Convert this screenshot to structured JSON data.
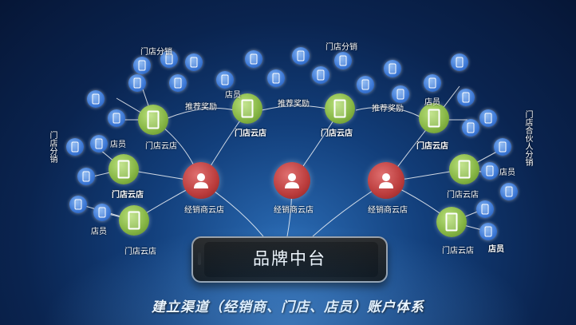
{
  "labels": {
    "group_top_left": "门店分销",
    "group_top_center": "门店分销",
    "group_left": "门店分销",
    "group_right": "门店合伙人分销",
    "clerk_1": "店员",
    "clerk_2": "店员",
    "clerk_3": "店员",
    "clerk_4": "店员",
    "clerk_5": "店员",
    "clerk_6": "店员",
    "referral_1": "推荐奖励",
    "referral_2": "推荐奖励",
    "referral_3": "推荐奖励",
    "store_1": "门店云店",
    "store_2": "门店云店",
    "store_3": "门店云店",
    "store_4": "门店云店",
    "store_5": "门店云店",
    "store_6": "门店云店",
    "store_7": "门店云店",
    "store_8": "门店云店",
    "dealer_1": "经销商云店",
    "dealer_2": "经销商云店",
    "dealer_3": "经销商云店",
    "platform": "品牌中台",
    "footer": "建立渠道（经销商、门店、店员）账户体系"
  },
  "colors": {
    "dealer_node": "#bb3c3c",
    "store_node": "#84b443",
    "distributor_node": "#3c78d6",
    "background": "#0a2450"
  },
  "icons": {
    "dealer": "person-icon",
    "store": "phone-icon",
    "distributor": "phone-icon"
  }
}
